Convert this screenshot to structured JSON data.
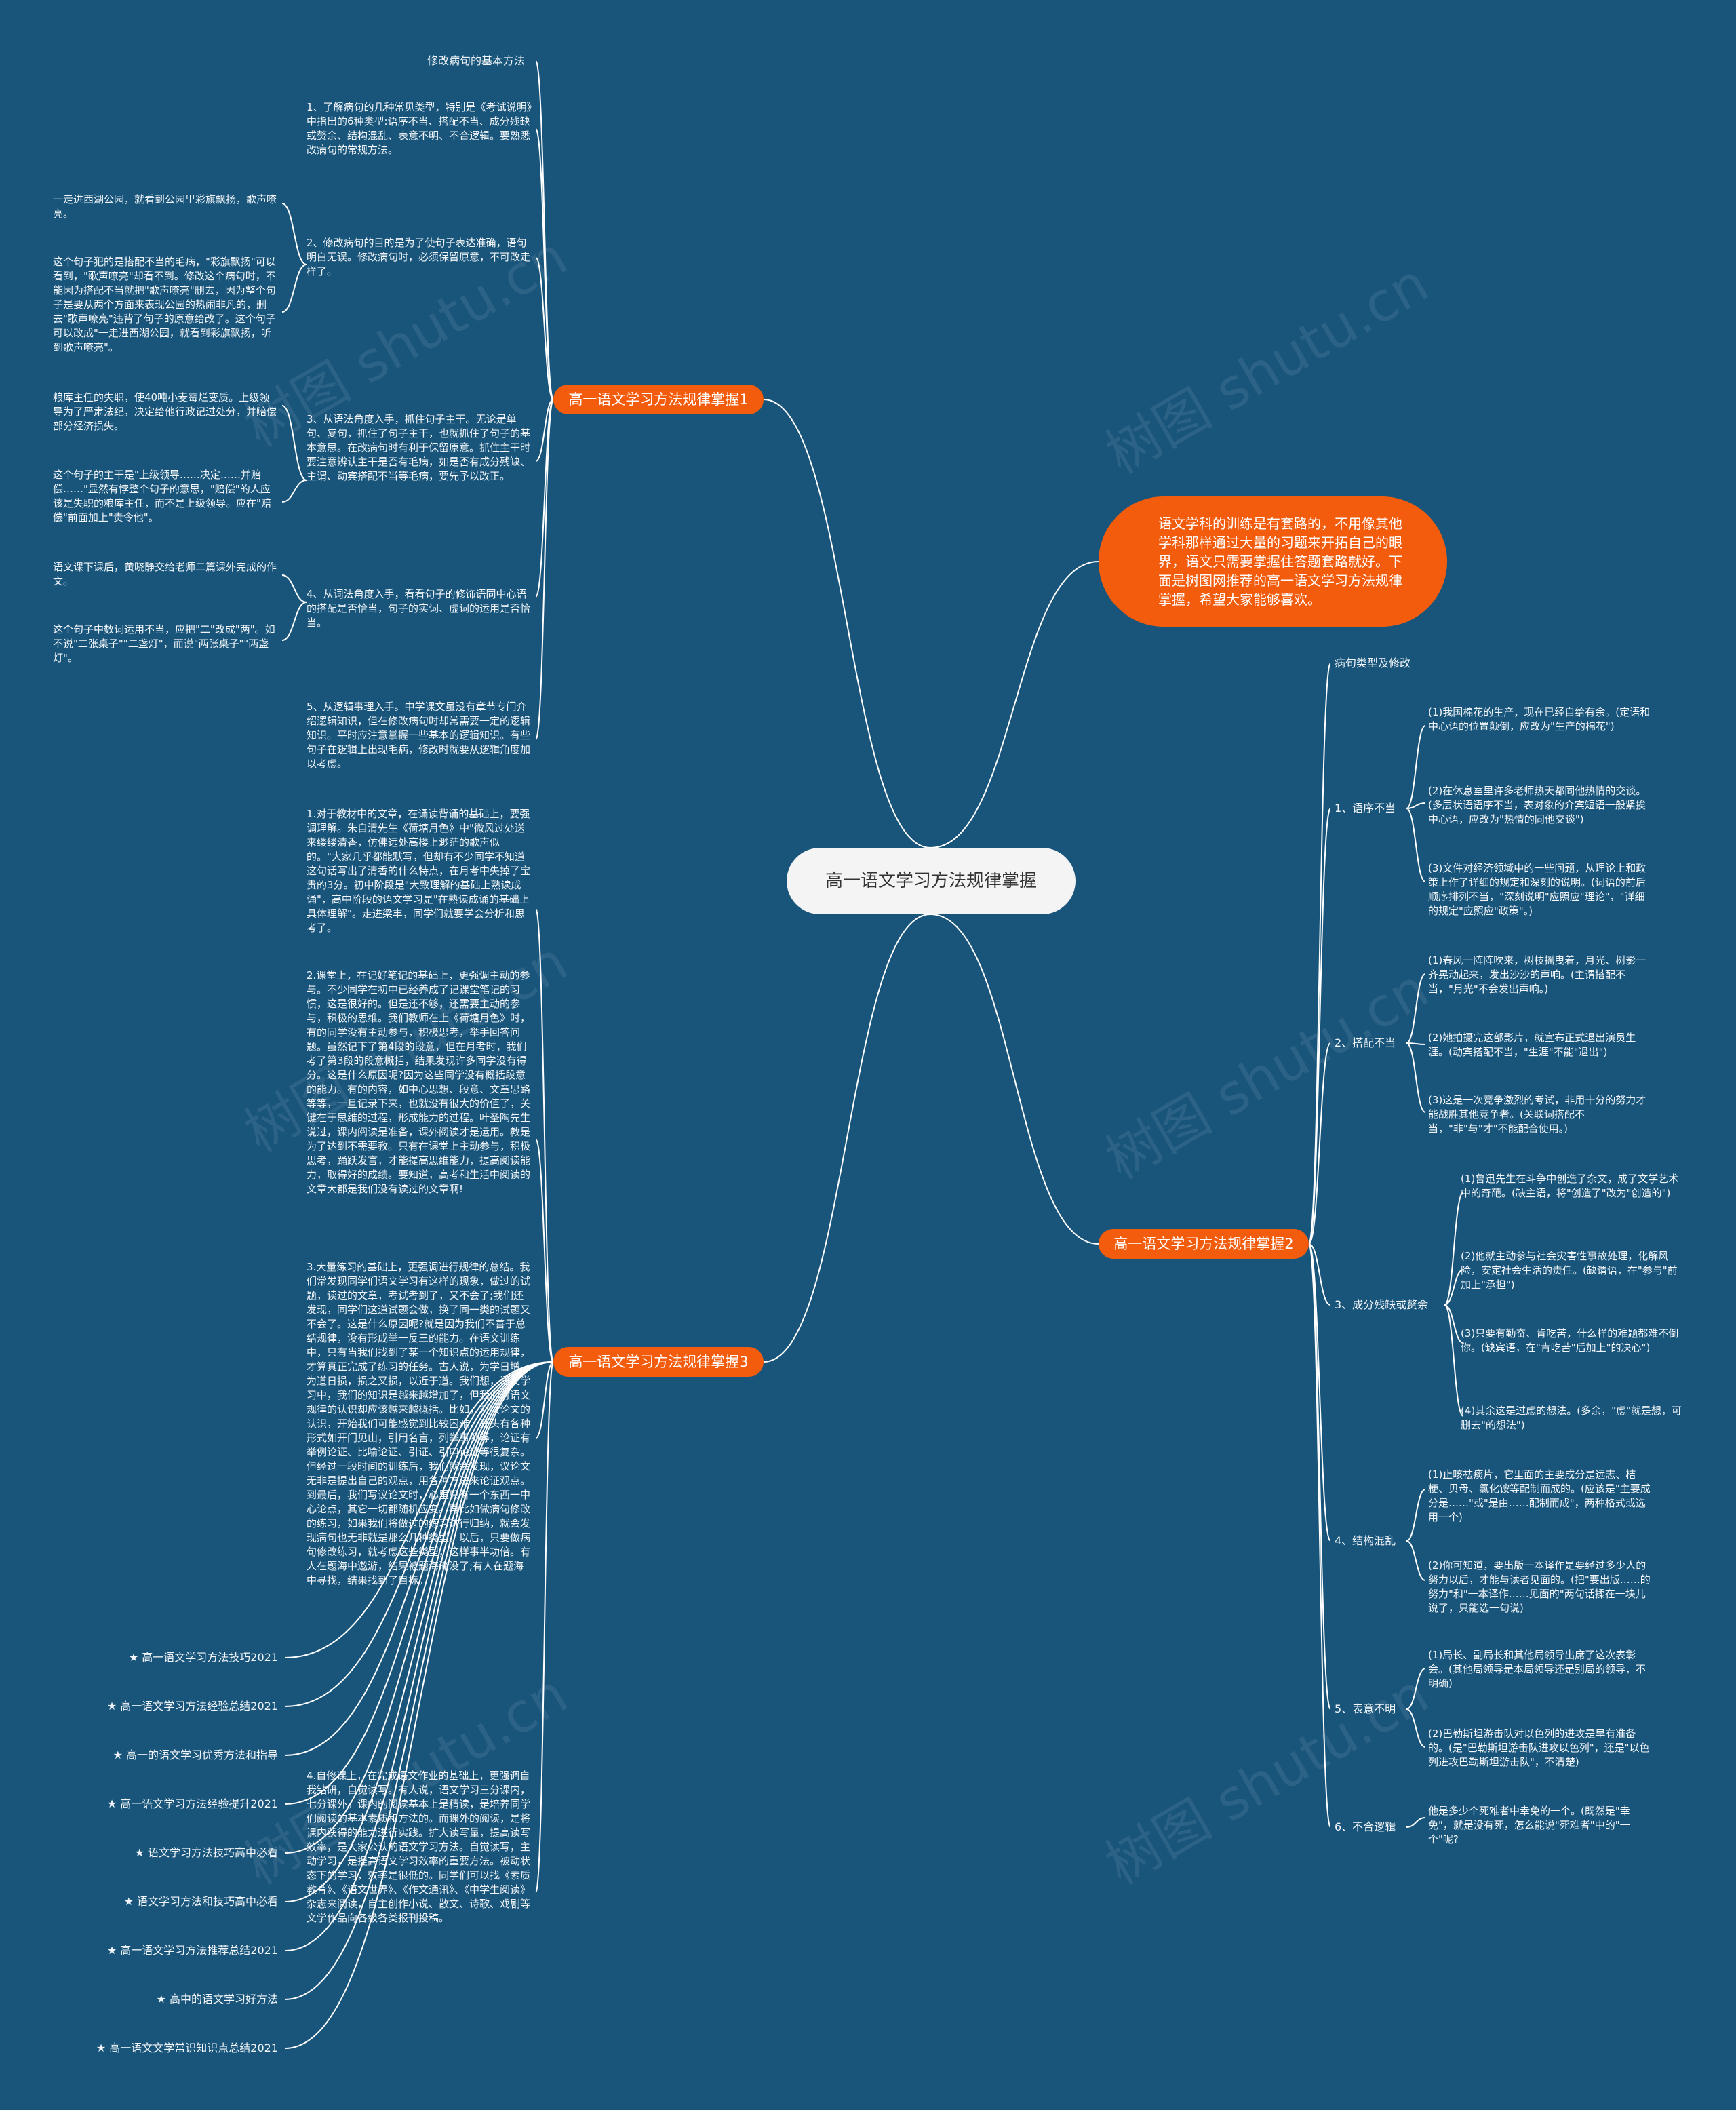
{
  "center": "高一语文学习方法规律掌握",
  "intro": "语文学科的训练是有套路的，不用像其他学科那样通过大量的习题来开拓自己的眼界，语文只需要掌握住答题套路就好。下面是树图网推荐的高一语文学习方法规律掌握，希望大家能够喜欢。",
  "branch1": {
    "label": "高一语文学习方法规律掌握1",
    "head": "修改病句的基本方法",
    "items": [
      "1、了解病句的几种常见类型，特别是《考试说明》中指出的6种类型:语序不当、搭配不当、成分残缺或赘余、结构混乱、表意不明、不合逻辑。要熟悉改病句的常规方法。",
      "2、修改病句的目的是为了使句子表达准确，语句明白无误。修改病句时，必须保留原意，不可改走样了。",
      "3、从语法角度入手，抓住句子主干。无论是单句、复句，抓住了句子主干，也就抓住了句子的基本意思。在改病句时有利于保留原意。抓住主干时要注意辨认主干是否有毛病，如是否有成分残缺、主谓、动宾搭配不当等毛病，要先予以改正。",
      "4、从词法角度入手，看看句子的修饰语同中心语的搭配是否恰当，句子的实词、虚词的运用是否恰当。",
      "5、从逻辑事理入手。中学课文虽没有章节专门介绍逻辑知识，但在修改病句时却常需要一定的逻辑知识。平时应注意掌握一些基本的逻辑知识。有些句子在逻辑上出现毛病，修改时就要从逻辑角度加以考虑。"
    ],
    "examples": [
      "一走进西湖公园，就看到公园里彩旗飘扬，歌声嘹亮。",
      "这个句子犯的是搭配不当的毛病，\"彩旗飘扬\"可以看到，\"歌声嘹亮\"却看不到。修改这个病句时，不能因为搭配不当就把\"歌声嘹亮\"删去，因为整个句子是要从两个方面来表现公园的热闹非凡的，删去\"歌声嘹亮\"违背了句子的原意给改了。这个句子可以改成\"一走进西湖公园，就看到彩旗飘扬，听到歌声嘹亮\"。",
      "粮库主任的失职，使40吨小麦霉烂变质。上级领导为了严肃法纪，决定给他行政记过处分，并赔偿部分经济损失。",
      "这个句子的主干是\"上级领导……决定……并赔偿……\"显然有悖整个句子的意思，\"赔偿\"的人应该是失职的粮库主任，而不是上级领导。应在\"赔偿\"前面加上\"责令他\"。",
      "语文课下课后，黄晓静交给老师二篇课外完成的作文。",
      "这个句子中数词运用不当，应把\"二\"改成\"两\"。如不说\"二张桌子\"\"二盏灯\"，而说\"两张桌子\"\"两盏灯\"。"
    ]
  },
  "branch3": {
    "label": "高一语文学习方法规律掌握3",
    "items": [
      "1.对于教材中的文章，在诵读背诵的基础上，要强调理解。朱自清先生《荷塘月色》中\"微风过处送来缕缕清香，仿佛远处高楼上渺茫的歌声似的。\"大家几乎都能默写，但却有不少同学不知道这句话写出了清香的什么特点，在月考中失掉了宝贵的3分。初中阶段是\"大致理解的基础上熟读成诵\"，高中阶段的语文学习是\"在熟读成诵的基础上具体理解\"。走进梁丰，同学们就要学会分析和思考了。",
      "2.课堂上，在记好笔记的基础上，更强调主动的参与。不少同学在初中已经养成了记课堂笔记的习惯，这是很好的。但是还不够，还需要主动的参与，积极的思维。我们教师在上《荷塘月色》时，有的同学没有主动参与，积极思考，举手回答问题。虽然记下了第4段的段意，但在月考时，我们考了第3段的段意概括，结果发现许多同学没有得分。这是什么原因呢?因为这些同学没有概括段意的能力。有的内容，如中心思想、段意、文章思路等等，一旦记录下来，也就没有很大的价值了，关键在于思维的过程，形成能力的过程。叶圣陶先生说过，课内阅读是准备，课外阅读才是运用。教是为了达到不需要教。只有在课堂上主动参与，积极思考，踊跃发言，才能提高思维能力，提高阅读能力，取得好的成绩。要知道，高考和生活中阅读的文章大都是我们没有读过的文章啊!",
      "3.大量练习的基础上，更强调进行规律的总结。我们常发现同学们语文学习有这样的现象，做过的试题，读过的文章，考试考到了，又不会了;我们还发现，同学们这道试题会做，换了同一类的试题又不会了。这是什么原因呢?就是因为我们不善于总结规律，没有形成举一反三的能力。在语文训练中，只有当我们找到了某一个知识点的运用规律，才算真正完成了练习的任务。古人说，为学日增，为道日损，损之又损，以近于道。我们想，语文学习中，我们的知识是越来越增加了，但我们对语文规律的认识却应该越来越概括。比如，对议论文的认识，开始我们可能感觉到比较困难，开头有各种形式如开门见山，引用名言，列举事例等，论证有举例论证、比喻论证、引证、引申论证等很复杂。但经过一段时间的训练后，我们就会发现，议论文无非是提出自己的观点，用各种方法来论证观点。到最后，我们写议论文时，心里只有一个东西一中心论点，其它一切都随机应变。再比如做病句修改的练习，如果我们将做过的练习进行归纳，就会发现病句也无非就是那么几种类型。以后，只要做病句修改练习，就考虑这些类型，这样事半功倍。有人在题海中遨游，结果被题海淹没了;有人在题海中寻找，结果找到了目标。",
      "4.自修课上，在完成语文作业的基础上，更强调自我钻研，自觉读写。有人说，语文学习三分课内，七分课外。课内的阅读基本上是精读，是培养同学们阅读的基本素质和方法的。而课外的阅读，是将课内获得的能力进行实践。扩大读写量，提高读写效率，是大家公认的语文学习方法。自觉读写，主动学习，是提高语文学习效率的重要方法。被动状态下的学习，效率是很低的。同学们可以找《素质教育》、《语文世界》、《作文通讯》、《中学生阅读》杂志来阅读，自主创作小说、散文、诗歌、戏剧等文学作品向各级各类报刊投稿。"
    ],
    "links": [
      "★ 高一语文学习方法技巧2021",
      "★ 高一语文学习方法经验总结2021",
      "★ 高一的语文学习优秀方法和指导",
      "★ 高一语文学习方法经验提升2021",
      "★ 语文学习方法技巧高中必看",
      "★ 语文学习方法和技巧高中必看",
      "★ 高一语文学习方法推荐总结2021",
      "★ 高中的语文学习好方法",
      "★ 高一语文文学常识知识点总结2021"
    ]
  },
  "branch2": {
    "label": "高一语文学习方法规律掌握2",
    "head": "病句类型及修改",
    "groups": [
      {
        "label": "1、语序不当",
        "items": [
          "(1)我国棉花的生产，现在已经自给有余。(定语和中心语的位置颠倒，应改为\"生产的棉花\")",
          "(2)在休息室里许多老师热天都同他热情的交谈。(多层状语语序不当，表对象的介宾短语一般紧挨中心语，应改为\"热情的同他交谈\")",
          "(3)文件对经济领域中的一些问题，从理论上和政策上作了详细的规定和深刻的说明。(词语的前后顺序排列不当，\"深刻说明\"应照应\"理论\"，\"详细的规定\"应照应\"政策\"。)"
        ]
      },
      {
        "label": "2、搭配不当",
        "items": [
          "(1)春风一阵阵吹来，树枝摇曳着，月光、树影一齐晃动起来，发出沙沙的声响。(主谓搭配不当，\"月光\"不会发出声响。)",
          "(2)她拍摄完这部影片，就宣布正式退出演员生涯。(动宾搭配不当，\"生涯\"不能\"退出\")",
          "(3)这是一次竞争激烈的考试，非用十分的努力才能战胜其他竞争者。(关联词搭配不当，\"非\"与\"才\"不能配合使用。)"
        ]
      },
      {
        "label": "3、成分残缺或赘余",
        "items": [
          "(1)鲁迅先生在斗争中创造了杂文，成了文学艺术中的奇葩。(缺主语，将\"创造了\"改为\"创造的\")",
          "(2)他就主动参与社会灾害性事故处理，化解风险，安定社会生活的责任。(缺谓语，在\"参与\"前加上\"承担\")",
          "(3)只要有勤奋、肯吃苦，什么样的难题都难不倒你。(缺宾语，在\"肯吃苦\"后加上\"的决心\")",
          "(4)其余这是过虑的想法。(多余，\"虑\"就是想，可删去\"的想法\")"
        ]
      },
      {
        "label": "4、结构混乱",
        "items": [
          "(1)止咳祛痰片，它里面的主要成分是远志、桔梗、贝母、氯化铵等配制而成的。(应该是\"主要成分是……\"或\"是由……配制而成\"，两种格式或选用一个)",
          "(2)你可知道，要出版一本译作是要经过多少人的努力以后，才能与读者见面的。(把\"要出版……的努力\"和\"一本译作……见面的\"两句话揉在一块儿说了，只能选一句说)"
        ]
      },
      {
        "label": "5、表意不明",
        "items": [
          "(1)局长、副局长和其他局领导出席了这次表彰会。(其他局领导是本局领导还是别局的领导，不明确)",
          "(2)巴勒斯坦游击队对以色列的进攻是早有准备的。(是\"巴勒斯坦游击队进攻以色列\"，还是\"以色列进攻巴勒斯坦游击队\"，不清楚)"
        ]
      },
      {
        "label": "6、不合逻辑",
        "items": [
          "他是多少个死难者中幸免的一个。(既然是\"幸免\"，就是没有死，怎么能说\"死难者\"中的\"一个\"呢?"
        ]
      }
    ]
  },
  "watermark": "树图 shutu.cn",
  "colors": {
    "background": "#19557b",
    "branch": "#f25c0c",
    "center": "#f4f4f4",
    "line": "#ffffff"
  }
}
